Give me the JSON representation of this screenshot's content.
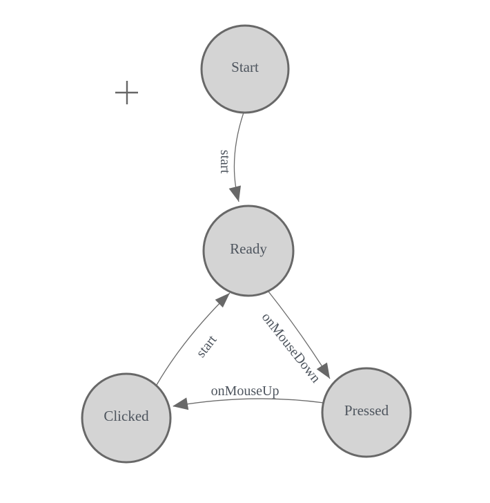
{
  "palette": {
    "background": "#ffffff",
    "node_fill": "#d4d4d4",
    "node_border": "#686868",
    "edge_color": "#6b6b6b",
    "arrow_fill": "#686868",
    "text_color": "#4e555e",
    "crosshair_color": "#666666"
  },
  "nodes": [
    {
      "id": "start",
      "label": "Start"
    },
    {
      "id": "ready",
      "label": "Ready"
    },
    {
      "id": "clicked",
      "label": "Clicked"
    },
    {
      "id": "pressed",
      "label": "Pressed"
    }
  ],
  "edges": [
    {
      "from": "start",
      "to": "ready",
      "label": "start"
    },
    {
      "from": "ready",
      "to": "pressed",
      "label": "onMouseDown"
    },
    {
      "from": "pressed",
      "to": "clicked",
      "label": "onMouseUp"
    },
    {
      "from": "clicked",
      "to": "ready",
      "label": "start"
    }
  ]
}
